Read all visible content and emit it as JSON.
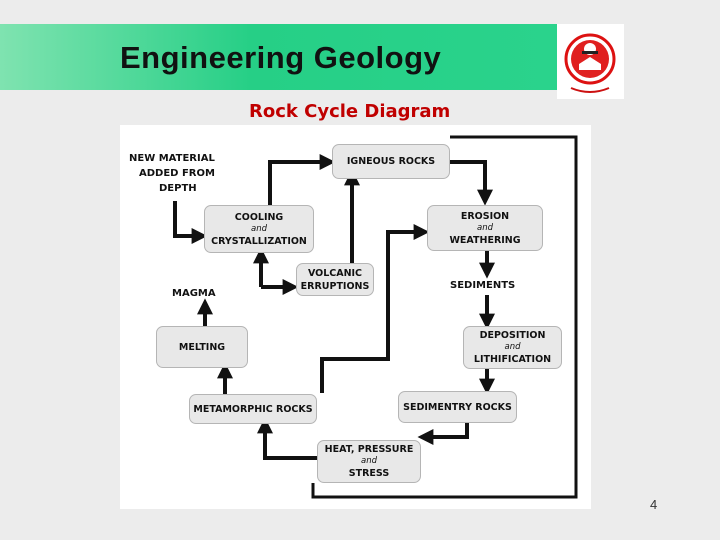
{
  "slide": {
    "title": "Engineering Geology",
    "subtitle": "Rock Cycle Diagram",
    "page_number": "4",
    "accent_color": "#2ad38c",
    "subtitle_color": "#c00000"
  },
  "diagram": {
    "nodes": {
      "igneous": "IGNEOUS ROCKS",
      "cooling": {
        "line1": "COOLING",
        "conj": "and",
        "line2": "CRYSTALLIZATION"
      },
      "erosion": {
        "line1": "EROSION",
        "conj": "and",
        "line2": "WEATHERING"
      },
      "volcanic": {
        "line1": "VOLCANIC",
        "line2": "ERRUPTIONS"
      },
      "melting": "MELTING",
      "deposition": {
        "line1": "DEPOSITION",
        "conj": "and",
        "line2": "LITHIFICATION"
      },
      "metamorphic": "METAMORPHIC ROCKS",
      "sedimentary": "SEDIMENTRY ROCKS",
      "heat": {
        "line1": "HEAT, PRESSURE",
        "conj": "and",
        "line2": "STRESS"
      }
    },
    "labels": {
      "new_material": {
        "line1": "NEW MATERIAL",
        "line2": "ADDED FROM",
        "line3": "DEPTH"
      },
      "magma": "MAGMA",
      "sediments": "SEDIMENTS"
    }
  }
}
